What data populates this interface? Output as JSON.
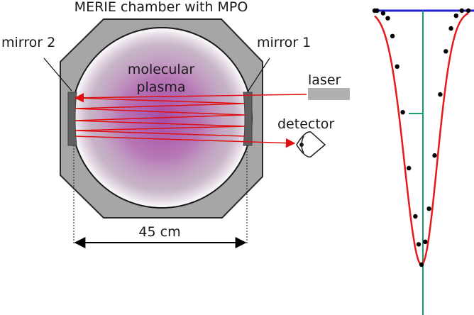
{
  "diagram": {
    "title": "MERIE chamber with MPO",
    "mirror_left_label": "mirror 2",
    "mirror_right_label": "mirror 1",
    "plasma_label_line1": "molecular",
    "plasma_label_line2": "plasma",
    "laser_label": "laser",
    "detector_label": "detector",
    "dimension_label": "45 cm",
    "colors": {
      "chamber": "#a6a6a6",
      "plasma": "#a64aa6",
      "beam": "#e01010",
      "fit_curve": "#e41a1c",
      "baseline": "#1f1fd8",
      "center_line": "#1a9a73"
    },
    "icons": [
      "eye-detector-icon",
      "laser-source-icon"
    ]
  },
  "chart_data": {
    "type": "scatter",
    "title": "",
    "xlabel": "",
    "ylabel": "",
    "axes_visible": false,
    "note": "unlabeled absorption profile: measured points and red fitted curve",
    "series": [
      {
        "values_relative": [
          [
            -1.0,
            0.0
          ],
          [
            -0.95,
            0.0
          ],
          [
            -0.82,
            0.01
          ],
          [
            -0.72,
            0.03
          ],
          [
            -0.62,
            0.1
          ],
          [
            -0.52,
            0.22
          ],
          [
            -0.4,
            0.4
          ],
          [
            -0.27,
            0.62
          ],
          [
            -0.13,
            0.81
          ],
          [
            -0.06,
            0.92
          ],
          [
            0.0,
            1.0
          ],
          [
            0.08,
            0.91
          ],
          [
            0.16,
            0.78
          ],
          [
            0.28,
            0.57
          ],
          [
            0.4,
            0.33
          ],
          [
            0.52,
            0.16
          ],
          [
            0.63,
            0.07
          ],
          [
            0.74,
            0.02
          ],
          [
            0.86,
            0.0
          ],
          [
            1.0,
            0.0
          ]
        ]
      }
    ]
  }
}
